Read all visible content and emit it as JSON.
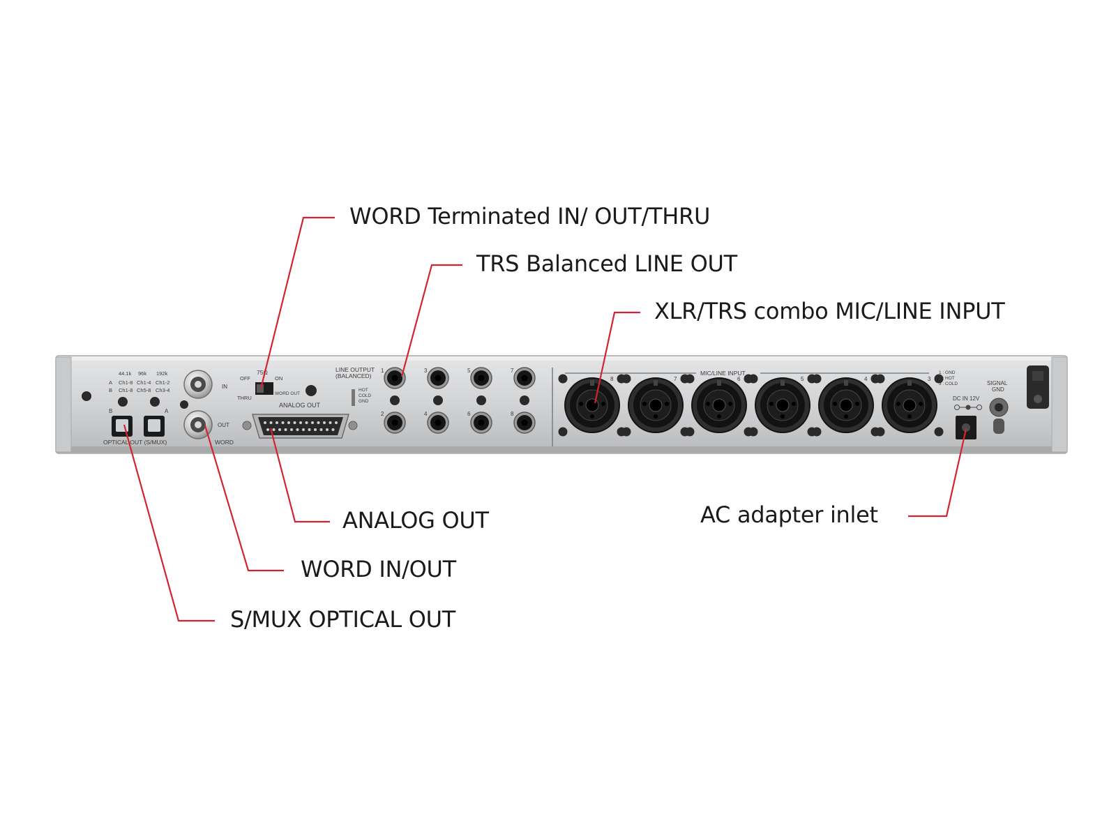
{
  "callouts": {
    "word_term": "WORD Terminated IN/ OUT/THRU",
    "trs_line_out": "TRS Balanced LINE OUT",
    "xlr_combo": "XLR/TRS combo MIC/LINE INPUT",
    "analog_out": "ANALOG OUT",
    "word_io": "WORD IN/OUT",
    "smux_optical": "S/MUX OPTICAL OUT",
    "ac_adapter": "AC adapter inlet"
  },
  "panel": {
    "rate_headers": [
      "44.1k",
      "96k",
      "192k"
    ],
    "rate_row_a": [
      "A",
      "Ch1-8",
      "Ch1-4",
      "Ch1-2"
    ],
    "rate_row_b": [
      "B",
      "Ch1-8",
      "Ch5-8",
      "Ch3-4"
    ],
    "port_b": "B",
    "port_a": "A",
    "optical_label": "OPTICAL OUT (S/MUX)",
    "word_label": "WORD",
    "word_in": "IN",
    "word_out": "OUT",
    "term_75": "75Ω",
    "term_off": "OFF",
    "term_on": "ON",
    "term_thru": "THRU",
    "term_word_out": "WORD OUT",
    "analog_out": "ANALOG OUT",
    "line_output": "LINE OUTPUT",
    "balanced": "(BALANCED)",
    "pin_hot": "HOT",
    "pin_cold": "COLD",
    "pin_gnd": "GND",
    "line_top_nums": [
      "1",
      "3",
      "5",
      "7"
    ],
    "line_bot_nums": [
      "2",
      "4",
      "6",
      "8"
    ],
    "mic_line_input": "MIC/LINE INPUT",
    "combo_nums": [
      "8",
      "7",
      "6",
      "5",
      "4",
      "3"
    ],
    "xlr_pin1": "1 : GND",
    "xlr_pin2": "2 : HOT",
    "xlr_pin3": "3 : COLD",
    "dc_in": "DC IN 12V",
    "signal_gnd_1": "SIGNAL",
    "signal_gnd_2": "GND"
  },
  "colors": {
    "leader_line": "#d42330",
    "panel_face": "#d3d4d6",
    "jack_black": "#151515"
  }
}
